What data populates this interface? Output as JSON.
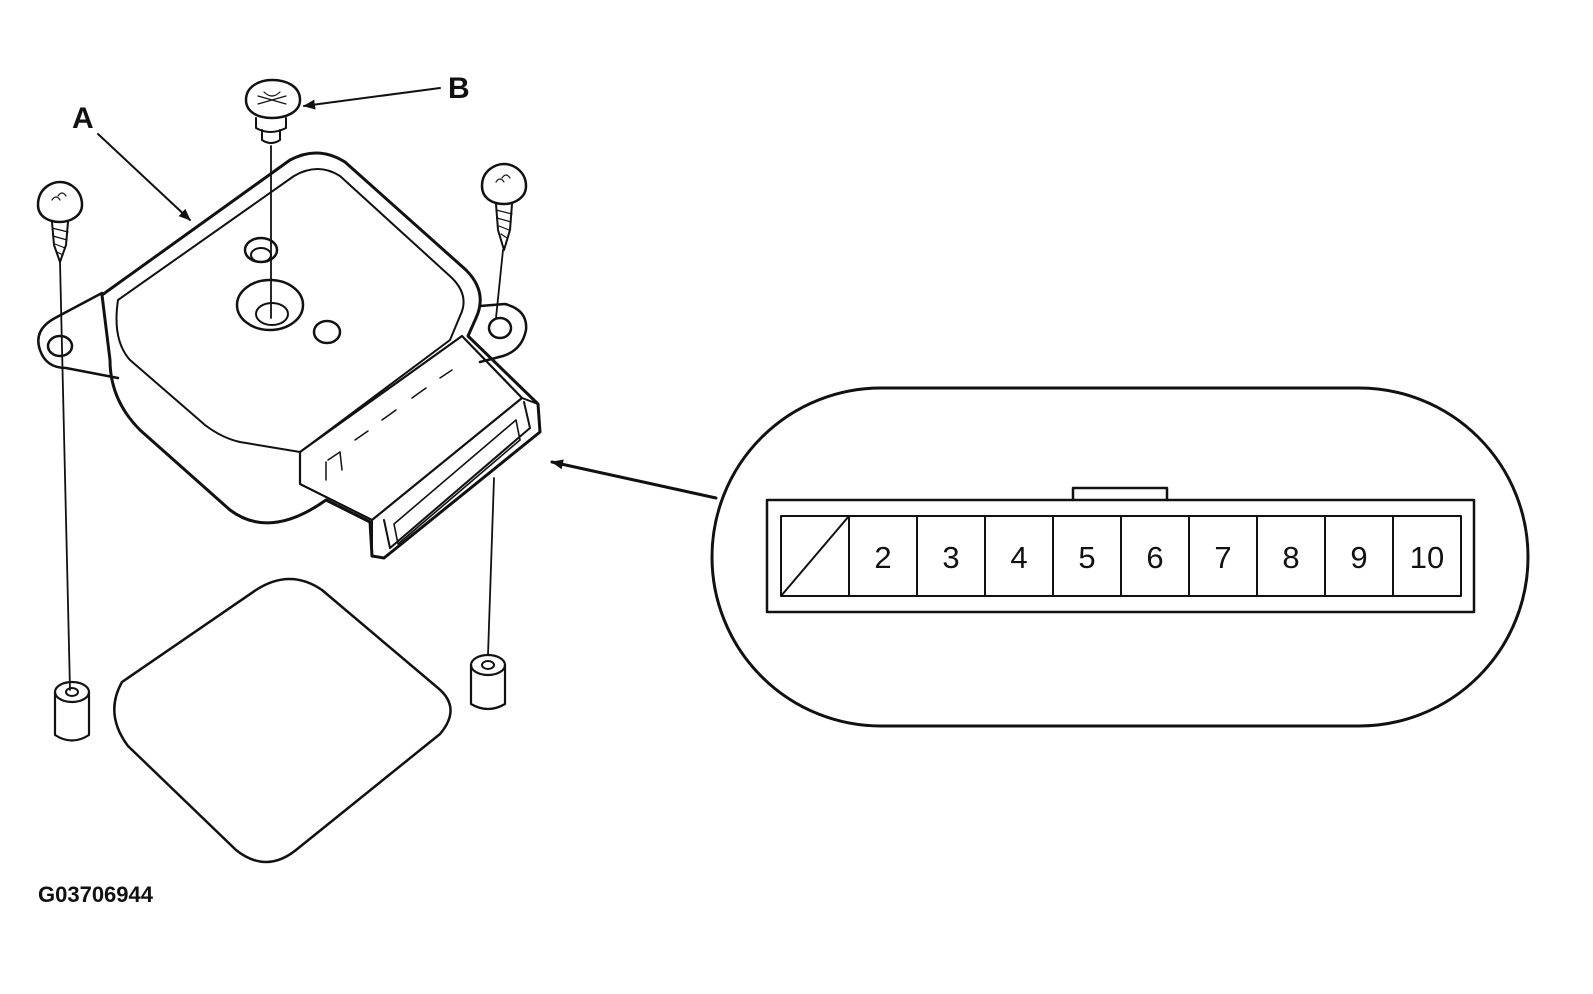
{
  "callouts": {
    "a": "A",
    "b": "B"
  },
  "connector": {
    "pins": [
      "2",
      "3",
      "4",
      "5",
      "6",
      "7",
      "8",
      "9",
      "10"
    ]
  },
  "figure_id": "G03706944",
  "colors": {
    "line": "#111111",
    "background": "#ffffff"
  }
}
